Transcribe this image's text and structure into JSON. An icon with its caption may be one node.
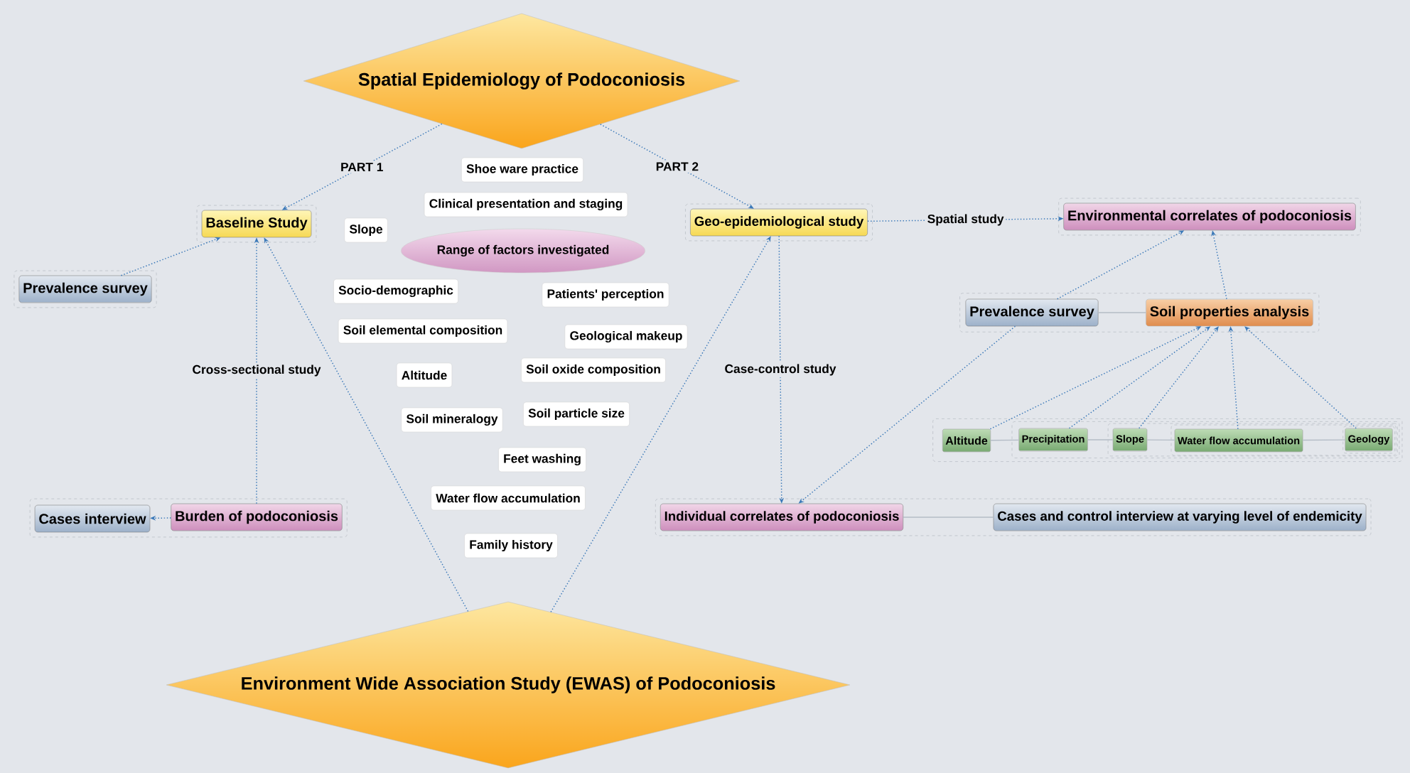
{
  "diagram": {
    "nodes": [
      {
        "text": [
          "Spatial Epidemiology of Podoconiosis"
        ]
      },
      {
        "text": [
          "Baseline Study"
        ]
      },
      {
        "text": [
          "Geo-epidemiological study"
        ]
      },
      {
        "text": [
          "Environmental correlates of podoconiosis"
        ]
      },
      {
        "text": [
          "Prevalence survey"
        ]
      },
      {
        "text": [
          "Burden of podoconiosis"
        ]
      },
      {
        "text": [
          "Cases interview"
        ]
      },
      {
        "text": [
          "Prevalence survey"
        ]
      },
      {
        "text": [
          "Soil properties  analysis"
        ]
      },
      {
        "text": [
          "Altitude"
        ]
      },
      {
        "text": [
          "Precipitation"
        ]
      },
      {
        "text": [
          "Slope"
        ]
      },
      {
        "text": [
          "Water flow accumulation"
        ]
      },
      {
        "text": [
          "Geology"
        ]
      },
      {
        "text": [
          "Individual correlates of podoconiosis"
        ]
      },
      {
        "text": [
          "Cases and control interview at varying level of endemicity"
        ]
      },
      {
        "text": [
          "Environment Wide Association Study (EWAS) of Podoconiosis"
        ]
      },
      {
        "text": [
          "Range of factors investigated"
        ]
      },
      {
        "text": [
          "Shoe ware practice"
        ]
      },
      {
        "text": [
          "Clinical  presentation and staging"
        ]
      },
      {
        "text": [
          "Slope"
        ]
      },
      {
        "text": [
          "Socio-demographic"
        ]
      },
      {
        "text": [
          "Patients' perception"
        ]
      },
      {
        "text": [
          "Soil elemental composition"
        ]
      },
      {
        "text": [
          "Geological makeup"
        ]
      },
      {
        "text": [
          "Altitude"
        ]
      },
      {
        "text": [
          "Soil oxide composition"
        ]
      },
      {
        "text": [
          "Soil mineralogy"
        ]
      },
      {
        "text": [
          "Soil particle size"
        ]
      },
      {
        "text": [
          "Feet washing"
        ]
      },
      {
        "text": [
          "Water flow accumulation"
        ]
      },
      {
        "text": [
          "Family history"
        ]
      }
    ],
    "edges": [
      {
        "from": 0,
        "to": 1,
        "arrow": "to",
        "label": "PART 1",
        "style": "dashed"
      },
      {
        "from": 0,
        "to": 2,
        "arrow": "to",
        "label": "PART 2",
        "style": "dashed"
      },
      {
        "from": 4,
        "to": 1,
        "arrow": "to",
        "style": "dashed"
      },
      {
        "from": 5,
        "to": 1,
        "arrow": "to",
        "label": "Cross-sectional study",
        "style": "dashed"
      },
      {
        "from": 16,
        "to": 1,
        "arrow": "to",
        "style": "dashed"
      },
      {
        "from": 16,
        "to": 2,
        "arrow": "to",
        "style": "dashed"
      },
      {
        "from": 5,
        "to": 6,
        "arrow": "to",
        "style": "dashed"
      },
      {
        "from": 2,
        "to": 3,
        "arrow": "to",
        "label": "Spatial study",
        "style": "dashed"
      },
      {
        "from": 2,
        "to": 14,
        "arrow": "to",
        "label": "Case-control study",
        "style": "dashed"
      },
      {
        "from": 7,
        "to": 3,
        "arrow": "to",
        "style": "dashed"
      },
      {
        "from": 8,
        "to": 3,
        "arrow": "to",
        "style": "dashed"
      },
      {
        "from": 7,
        "to": 14,
        "arrow": "to",
        "style": "dashed"
      },
      {
        "from": 9,
        "to": 8,
        "arrow": "to",
        "style": "dashed"
      },
      {
        "from": 10,
        "to": 8,
        "arrow": "to",
        "style": "dashed"
      },
      {
        "from": 11,
        "to": 8,
        "arrow": "to",
        "style": "dashed"
      },
      {
        "from": 12,
        "to": 8,
        "arrow": "to",
        "style": "dashed"
      },
      {
        "from": 13,
        "to": 8,
        "arrow": "to",
        "style": "dashed"
      },
      {
        "from": 7,
        "to": 8,
        "arrow": "none",
        "color": "#b4bcc6"
      },
      {
        "from": 14,
        "to": 15,
        "arrow": "none",
        "color": "#b4bcc6"
      },
      {
        "from": 9,
        "to": 10,
        "arrow": "none",
        "color": "#b4bcc6"
      },
      {
        "from": 10,
        "to": 11,
        "arrow": "none",
        "color": "#b4bcc6"
      },
      {
        "from": 11,
        "to": 12,
        "arrow": "none",
        "color": "#b4bcc6"
      },
      {
        "from": 12,
        "to": 13,
        "arrow": "none",
        "color": "#b4bcc6"
      }
    ]
  }
}
